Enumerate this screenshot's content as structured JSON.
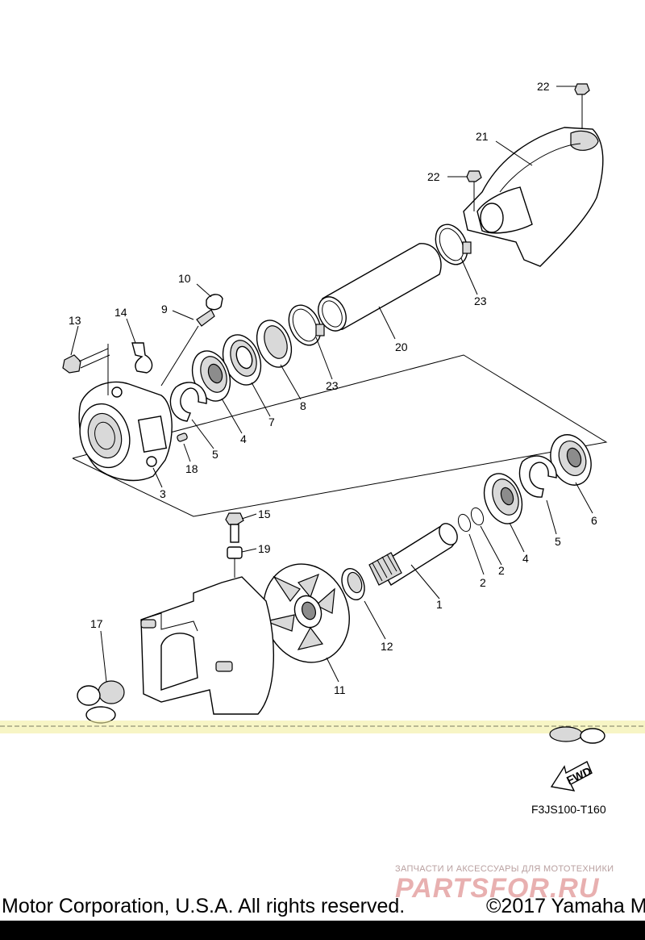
{
  "parts": [
    {
      "id": "p22a",
      "label": "22"
    },
    {
      "id": "p21",
      "label": "21"
    },
    {
      "id": "p22b",
      "label": "22"
    },
    {
      "id": "p23a",
      "label": "23"
    },
    {
      "id": "p20",
      "label": "20"
    },
    {
      "id": "p23b",
      "label": "23"
    },
    {
      "id": "p10",
      "label": "10"
    },
    {
      "id": "p9",
      "label": "9"
    },
    {
      "id": "p14",
      "label": "14"
    },
    {
      "id": "p13",
      "label": "13"
    },
    {
      "id": "p8",
      "label": "8"
    },
    {
      "id": "p7",
      "label": "7"
    },
    {
      "id": "p4a",
      "label": "4"
    },
    {
      "id": "p5a",
      "label": "5"
    },
    {
      "id": "p18",
      "label": "18"
    },
    {
      "id": "p3",
      "label": "3"
    },
    {
      "id": "p6",
      "label": "6"
    },
    {
      "id": "p5b",
      "label": "5"
    },
    {
      "id": "p4b",
      "label": "4"
    },
    {
      "id": "p2a",
      "label": "2"
    },
    {
      "id": "p2b",
      "label": "2"
    },
    {
      "id": "p1",
      "label": "1"
    },
    {
      "id": "p15",
      "label": "15"
    },
    {
      "id": "p19",
      "label": "19"
    },
    {
      "id": "p12",
      "label": "12"
    },
    {
      "id": "p11",
      "label": "11"
    },
    {
      "id": "p17",
      "label": "17"
    }
  ],
  "fwd_arrow_label": "FWD",
  "reference_code": "F3JS100-T160",
  "watermark": {
    "tagline": "ЗАПЧАСТИ И АКСЕССУАРЫ ДЛЯ МОТОТЕХНИКИ",
    "logo": "PARTSFOR.RU"
  },
  "footer": {
    "left": "Motor Corporation, U.S.A. All rights reserved.",
    "right": "©2017 Yamaha M"
  }
}
